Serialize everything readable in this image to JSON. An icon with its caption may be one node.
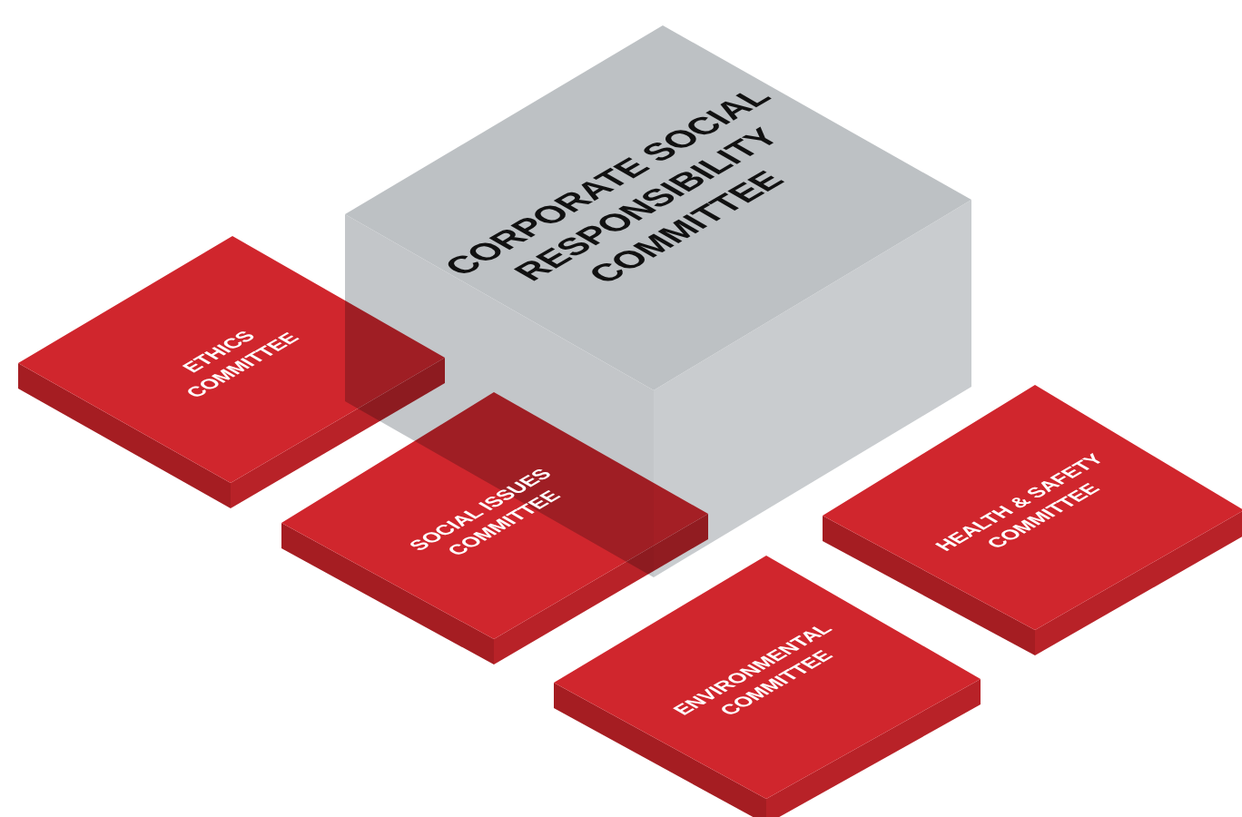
{
  "diagram": {
    "nodes": [
      {
        "text": [
          "CORPORATE SOCIAL RESPONSIBILITY COMMITTEE"
        ]
      },
      {
        "text": [
          "ETHICS COMMITTEE"
        ]
      },
      {
        "text": [
          "SOCIAL ISSUES COMMITTEE"
        ]
      },
      {
        "text": [
          "HEALTH & SAFETY COMMITTEE"
        ]
      },
      {
        "text": [
          "ENVIRONMENTAL COMMITTEE"
        ]
      }
    ]
  }
}
